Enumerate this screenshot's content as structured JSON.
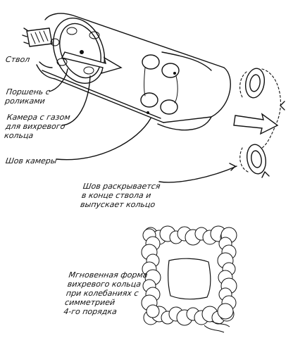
{
  "labels": {
    "barrel": "Ствол",
    "piston": "Поршень с\nроликами",
    "gas_chamber": "Камера с газом\nдля вихревого\nкольца",
    "chamber_seam": "Шов камеры",
    "seam_opens": "Шов раскрывается\nв конце ствола и\nвыпускает кольцо",
    "instant_shape": "Мгновенная форма\nвихревого кольца\nпри колебаниях с\nсимметрией\n4-го порядка"
  },
  "icons": {
    "vortex_ring": "vortex-ring-icon",
    "cloud_ring": "square-cloud-ring-icon"
  },
  "colors": {
    "ink": "#111111",
    "paper": "#ffffff"
  }
}
